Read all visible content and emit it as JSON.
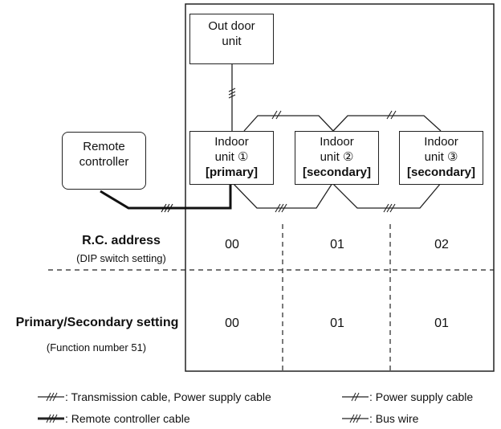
{
  "outdoor_unit": {
    "line1": "Out door",
    "line2": "unit"
  },
  "remote_controller": {
    "line1": "Remote",
    "line2": "controller"
  },
  "indoor_units": [
    {
      "line1": "Indoor",
      "line2": "unit ①",
      "role": "[primary]"
    },
    {
      "line1": "Indoor",
      "line2": "unit ②",
      "role": "[secondary]"
    },
    {
      "line1": "Indoor",
      "line2": "unit ③",
      "role": "[secondary]"
    }
  ],
  "rc_address": {
    "label": "R.C. address",
    "note": "(DIP switch setting)",
    "values": [
      "00",
      "01",
      "02"
    ]
  },
  "primary_secondary": {
    "label": "Primary/Secondary setting",
    "note": "(Function number 51)",
    "values": [
      "00",
      "01",
      "01"
    ]
  },
  "legend": {
    "transmission": ": Transmission cable, Power supply cable",
    "power": ": Power supply cable",
    "remote": ": Remote controller cable",
    "bus": ": Bus wire"
  }
}
